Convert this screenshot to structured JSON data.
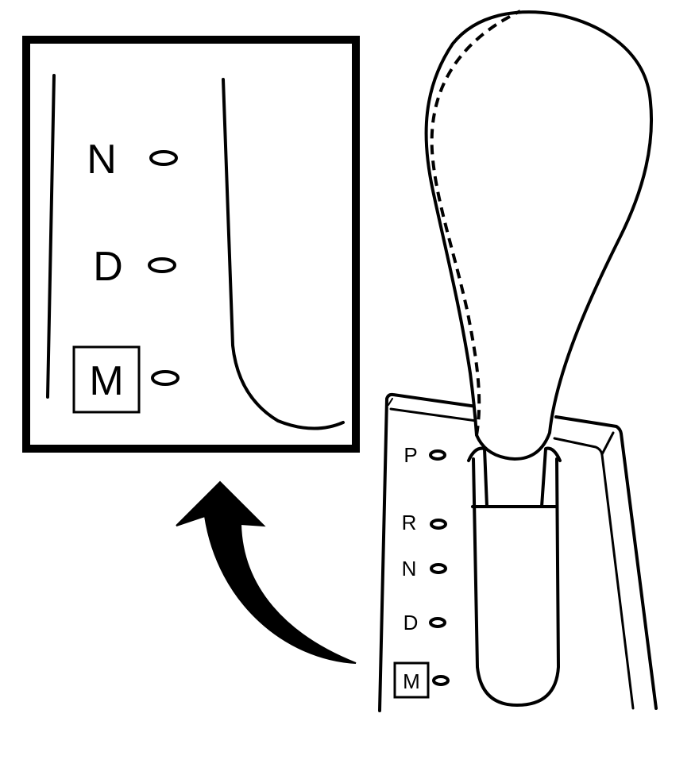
{
  "inset": {
    "labels": [
      "N",
      "D",
      "M"
    ],
    "boxed_label": "M"
  },
  "shifter_gate": {
    "labels": [
      "P",
      "R",
      "N",
      "D",
      "M"
    ],
    "boxed_label": "M"
  },
  "colors": {
    "ink": "#000000",
    "paper": "#ffffff"
  },
  "icons": {
    "arrow": "curved-arrow-icon",
    "knob": "shift-knob-icon"
  }
}
